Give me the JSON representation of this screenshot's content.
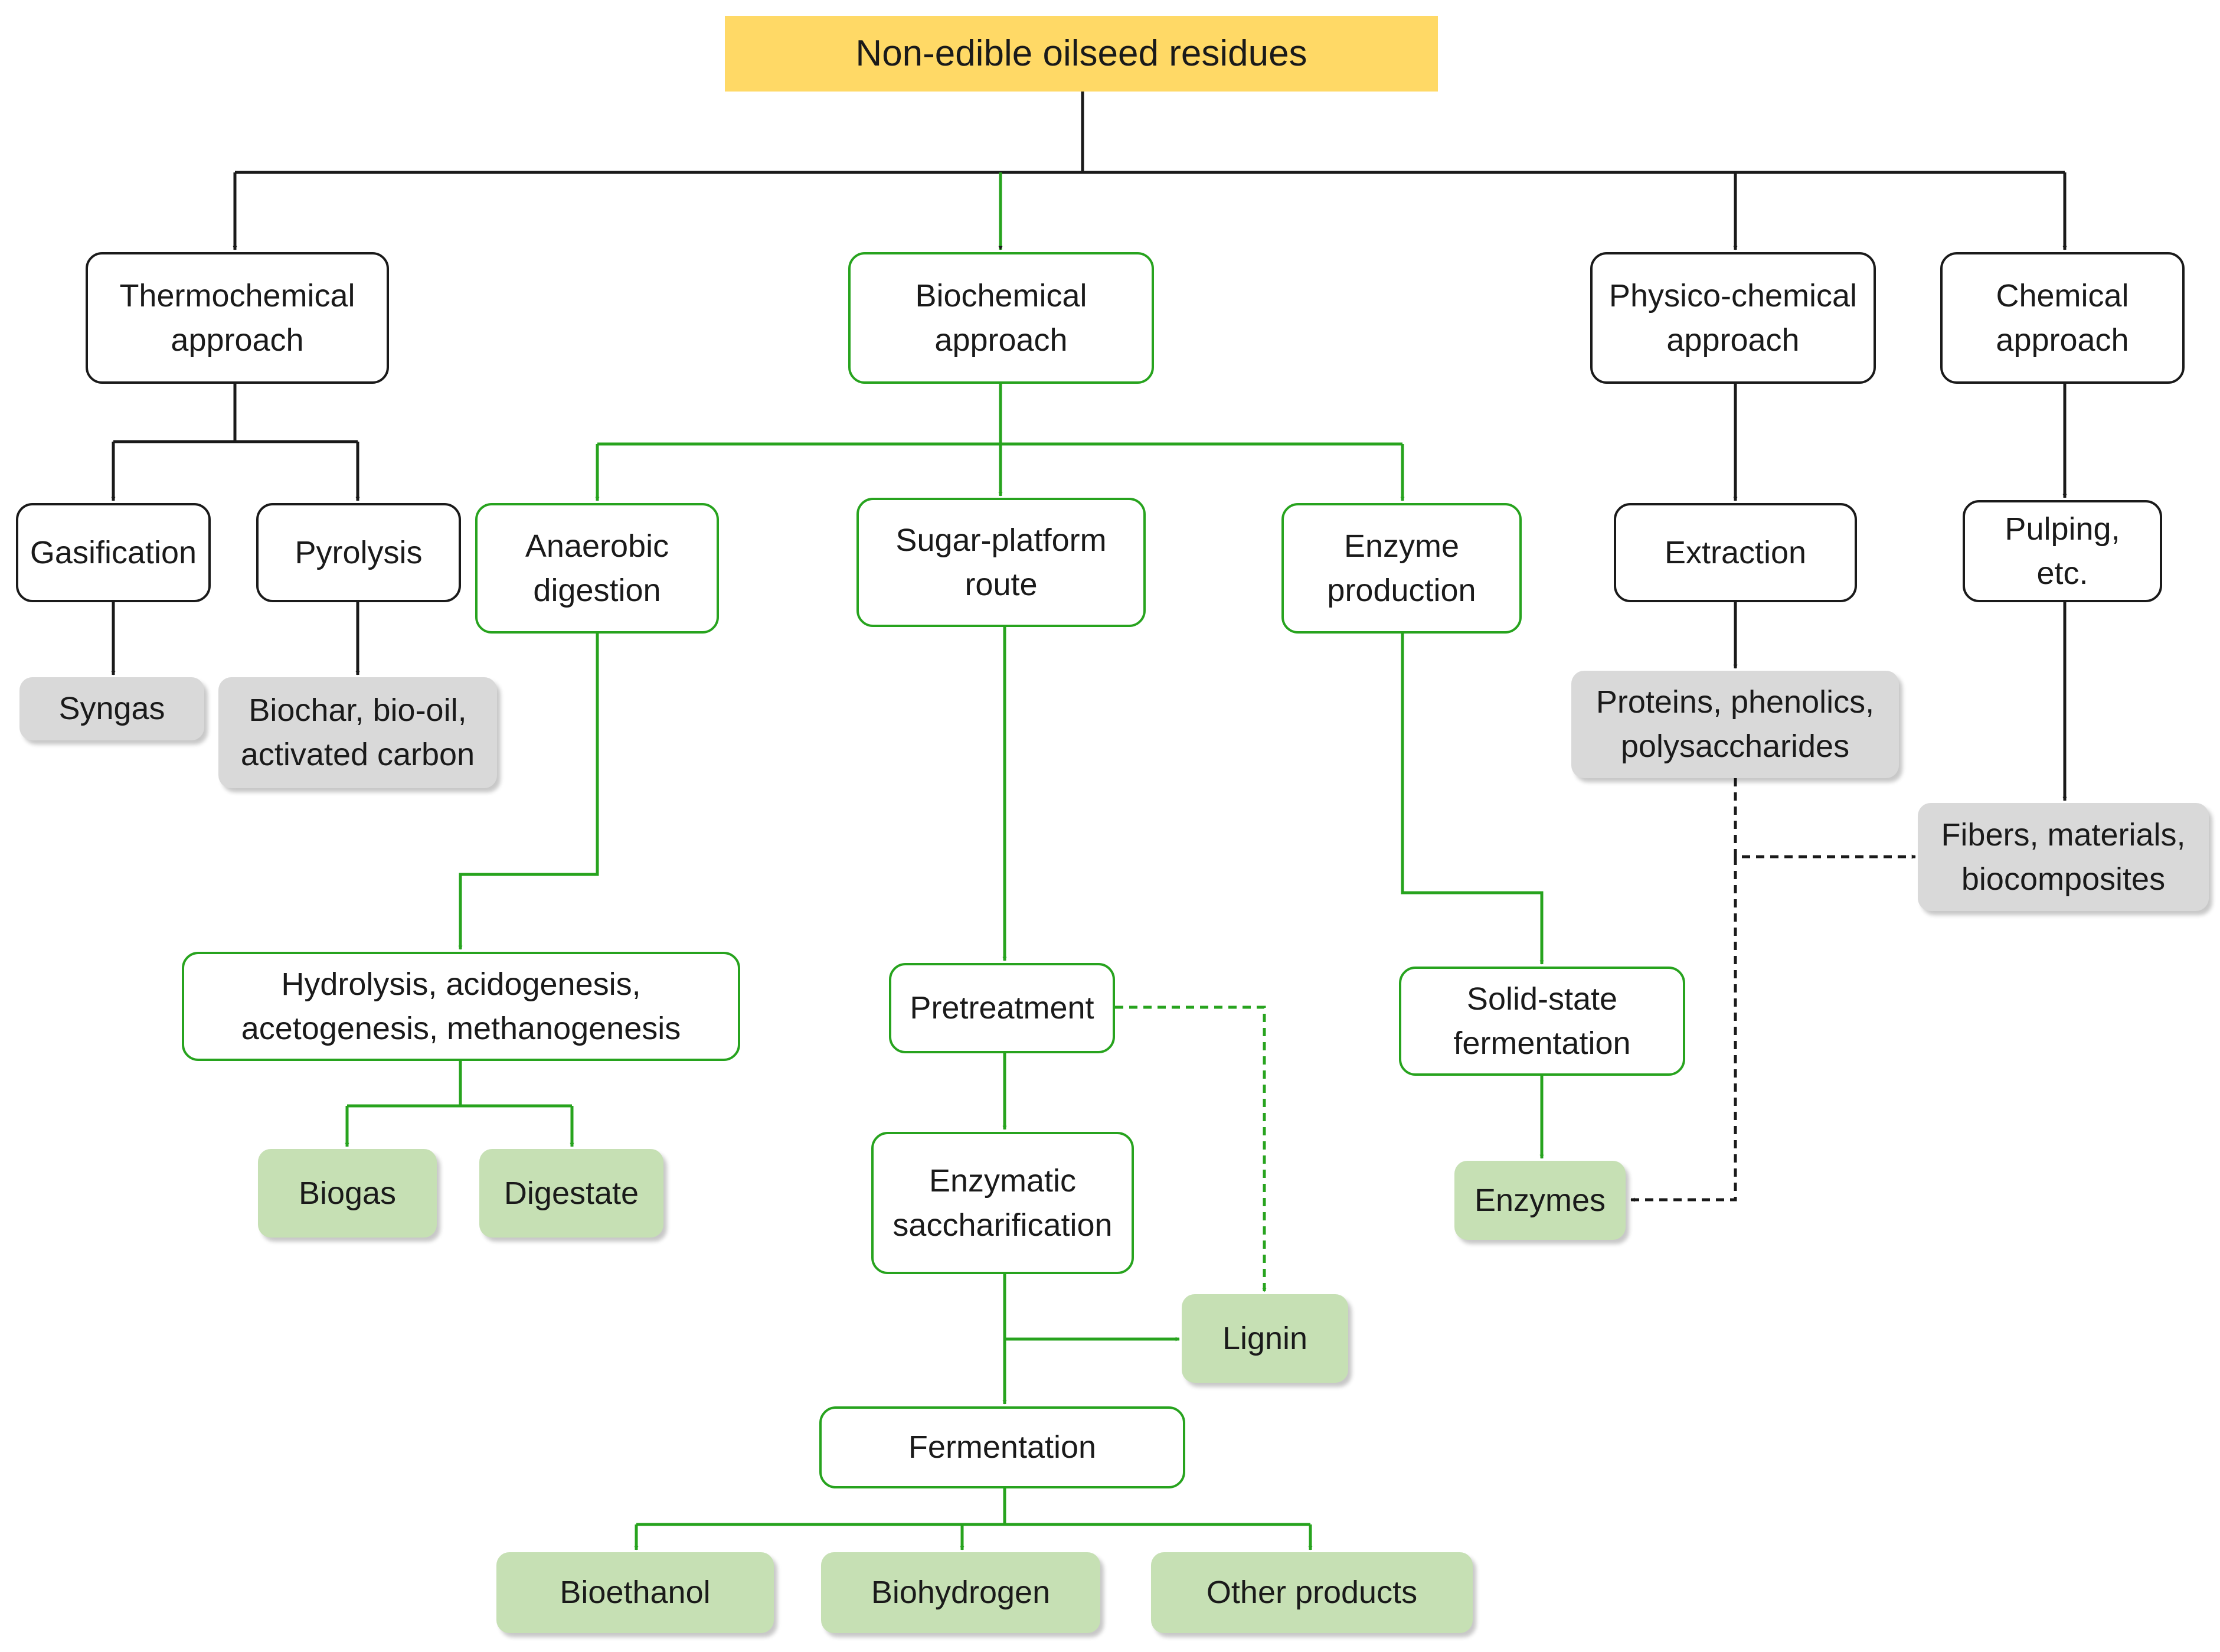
{
  "colors": {
    "root_fill": "#ffd966",
    "green_line": "#27a31e",
    "black_line": "#1a1a1a",
    "gray_product": "#d9d9d9",
    "green_product": "#c6e0b4"
  },
  "root": "Non-edible oilseed residues",
  "approaches": {
    "thermochemical": "Thermochemical\napproach",
    "biochemical": "Biochemical\napproach",
    "physico_chemical": "Physico-chemical\napproach",
    "chemical": "Chemical\napproach"
  },
  "processes": {
    "gasification": "Gasification",
    "pyrolysis": "Pyrolysis",
    "anaerobic_digestion": "Anaerobic\ndigestion",
    "sugar_platform": "Sugar-platform\nroute",
    "enzyme_production": "Enzyme\nproduction",
    "extraction": "Extraction",
    "pulping": "Pulping,\netc.",
    "hydrolysis_steps": "Hydrolysis, acidogenesis,\nacetogenesis, methanogenesis",
    "pretreatment": "Pretreatment",
    "solid_state_fermentation": "Solid-state\nfermentation",
    "enzymatic_saccharification": "Enzymatic\nsaccharification",
    "fermentation": "Fermentation"
  },
  "products": {
    "syngas": "Syngas",
    "biochar": "Biochar, bio-oil,\nactivated carbon",
    "proteins": "Proteins, phenolics,\npolysaccharides",
    "fibers": "Fibers, materials,\nbiocomposites",
    "biogas": "Biogas",
    "digestate": "Digestate",
    "enzymes": "Enzymes",
    "lignin": "Lignin",
    "bioethanol": "Bioethanol",
    "biohydrogen": "Biohydrogen",
    "other_products": "Other products"
  }
}
